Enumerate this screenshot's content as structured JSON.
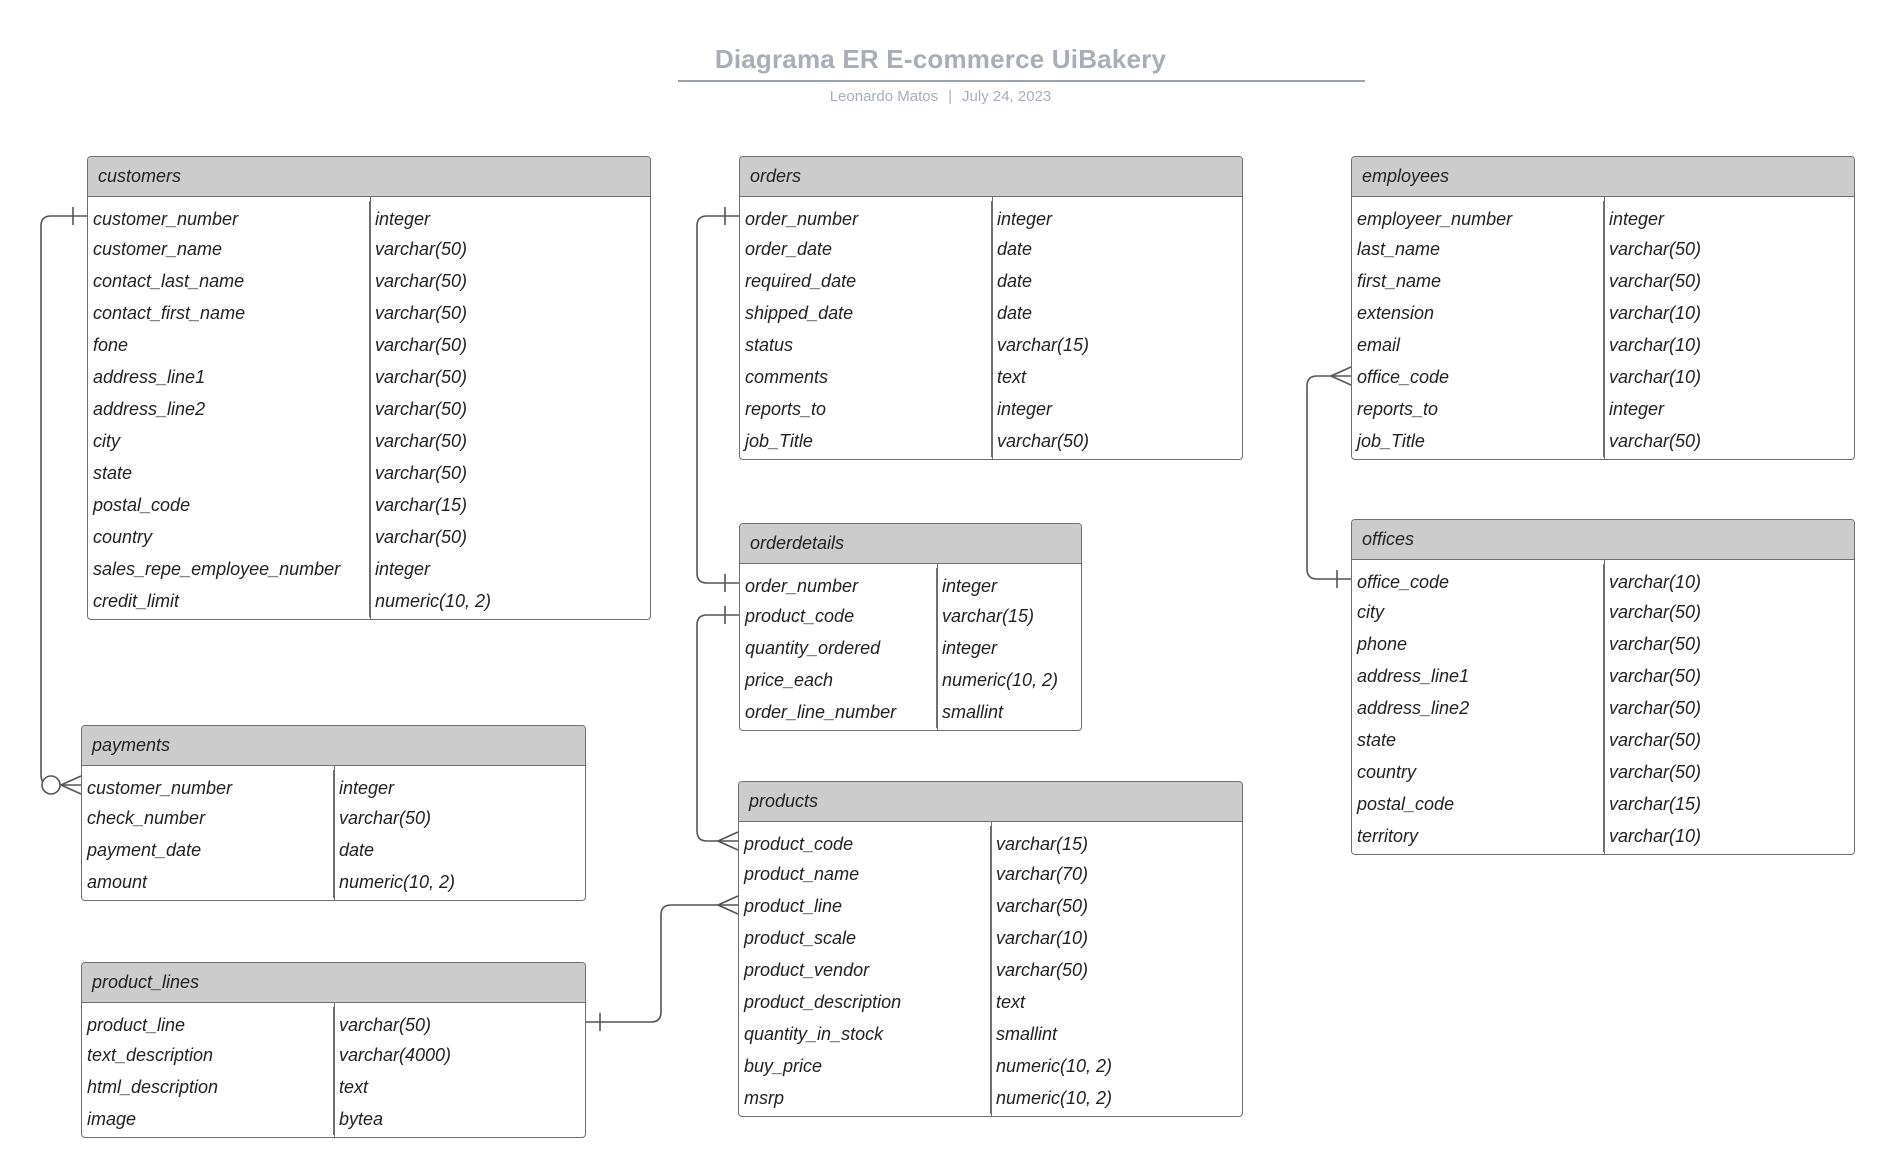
{
  "header": {
    "title": "Diagrama ER E-commerce UiBakery",
    "author": "Leonardo Matos",
    "separator": "|",
    "date": "July 24, 2023"
  },
  "colors": {
    "entity_header": "#cccccc",
    "border": "#6f6f6f",
    "title": "#a7aeb7",
    "connector": "#555555"
  },
  "entities": [
    {
      "id": "customers",
      "name": "customers",
      "columns": [
        [
          "customer_number",
          "integer"
        ],
        [
          "customer_name",
          "varchar(50)"
        ],
        [
          "contact_last_name",
          "varchar(50)"
        ],
        [
          "contact_first_name",
          "varchar(50)"
        ],
        [
          "fone",
          "varchar(50)"
        ],
        [
          "address_line1",
          "varchar(50)"
        ],
        [
          "address_line2",
          "varchar(50)"
        ],
        [
          "city",
          "varchar(50)"
        ],
        [
          "state",
          "varchar(50)"
        ],
        [
          "postal_code",
          "varchar(15)"
        ],
        [
          "country",
          "varchar(50)"
        ],
        [
          "sales_repe_employee_number",
          "integer"
        ],
        [
          "credit_limit",
          "numeric(10, 2)"
        ]
      ]
    },
    {
      "id": "orders",
      "name": "orders",
      "columns": [
        [
          "order_number",
          "integer"
        ],
        [
          "order_date",
          "date"
        ],
        [
          "required_date",
          "date"
        ],
        [
          "shipped_date",
          "date"
        ],
        [
          "status",
          "varchar(15)"
        ],
        [
          "comments",
          "text"
        ],
        [
          "reports_to",
          "integer"
        ],
        [
          "job_Title",
          "varchar(50)"
        ]
      ]
    },
    {
      "id": "employees",
      "name": "employees",
      "columns": [
        [
          "employeer_number",
          "integer"
        ],
        [
          "last_name",
          "varchar(50)"
        ],
        [
          "first_name",
          "varchar(50)"
        ],
        [
          "extension",
          "varchar(10)"
        ],
        [
          "email",
          "varchar(10)"
        ],
        [
          "office_code",
          "varchar(10)"
        ],
        [
          "reports_to",
          "integer"
        ],
        [
          "job_Title",
          "varchar(50)"
        ]
      ]
    },
    {
      "id": "orderdetails",
      "name": "orderdetails",
      "columns": [
        [
          "order_number",
          "integer"
        ],
        [
          "product_code",
          "varchar(15)"
        ],
        [
          "quantity_ordered",
          "integer"
        ],
        [
          "price_each",
          "numeric(10, 2)"
        ],
        [
          "order_line_number",
          "smallint"
        ]
      ]
    },
    {
      "id": "offices",
      "name": "offices",
      "columns": [
        [
          "office_code",
          "varchar(10)"
        ],
        [
          "city",
          "varchar(50)"
        ],
        [
          "phone",
          "varchar(50)"
        ],
        [
          "address_line1",
          "varchar(50)"
        ],
        [
          "address_line2",
          "varchar(50)"
        ],
        [
          "state",
          "varchar(50)"
        ],
        [
          "country",
          "varchar(50)"
        ],
        [
          "postal_code",
          "varchar(15)"
        ],
        [
          "territory",
          "varchar(10)"
        ]
      ]
    },
    {
      "id": "payments",
      "name": "payments",
      "columns": [
        [
          "customer_number",
          "integer"
        ],
        [
          "check_number",
          "varchar(50)"
        ],
        [
          "payment_date",
          "date"
        ],
        [
          "amount",
          "numeric(10, 2)"
        ]
      ]
    },
    {
      "id": "products",
      "name": "products",
      "columns": [
        [
          "product_code",
          "varchar(15)"
        ],
        [
          "product_name",
          "varchar(70)"
        ],
        [
          "product_line",
          "varchar(50)"
        ],
        [
          "product_scale",
          "varchar(10)"
        ],
        [
          "product_vendor",
          "varchar(50)"
        ],
        [
          "product_description",
          "text"
        ],
        [
          "quantity_in_stock",
          "smallint"
        ],
        [
          "buy_price",
          "numeric(10, 2)"
        ],
        [
          "msrp",
          "numeric(10, 2)"
        ]
      ]
    },
    {
      "id": "product_lines",
      "name": "product_lines",
      "columns": [
        [
          "product_line",
          "varchar(50)"
        ],
        [
          "text_description",
          "varchar(4000)"
        ],
        [
          "html_description",
          "text"
        ],
        [
          "image",
          "bytea"
        ]
      ]
    }
  ],
  "relationships": [
    {
      "from": "customers.customer_number",
      "to": "payments.customer_number",
      "from_end": "one",
      "to_end": "zero-or-many"
    },
    {
      "from": "orders.order_number",
      "to": "orderdetails.order_number",
      "from_end": "one",
      "to_end": "one"
    },
    {
      "from": "orderdetails.product_code",
      "to": "products.product_code",
      "from_end": "one",
      "to_end": "many"
    },
    {
      "from": "product_lines.product_line",
      "to": "products.product_line",
      "from_end": "one",
      "to_end": "many"
    },
    {
      "from": "offices.office_code",
      "to": "employees.office_code",
      "from_end": "one",
      "to_end": "many"
    }
  ]
}
